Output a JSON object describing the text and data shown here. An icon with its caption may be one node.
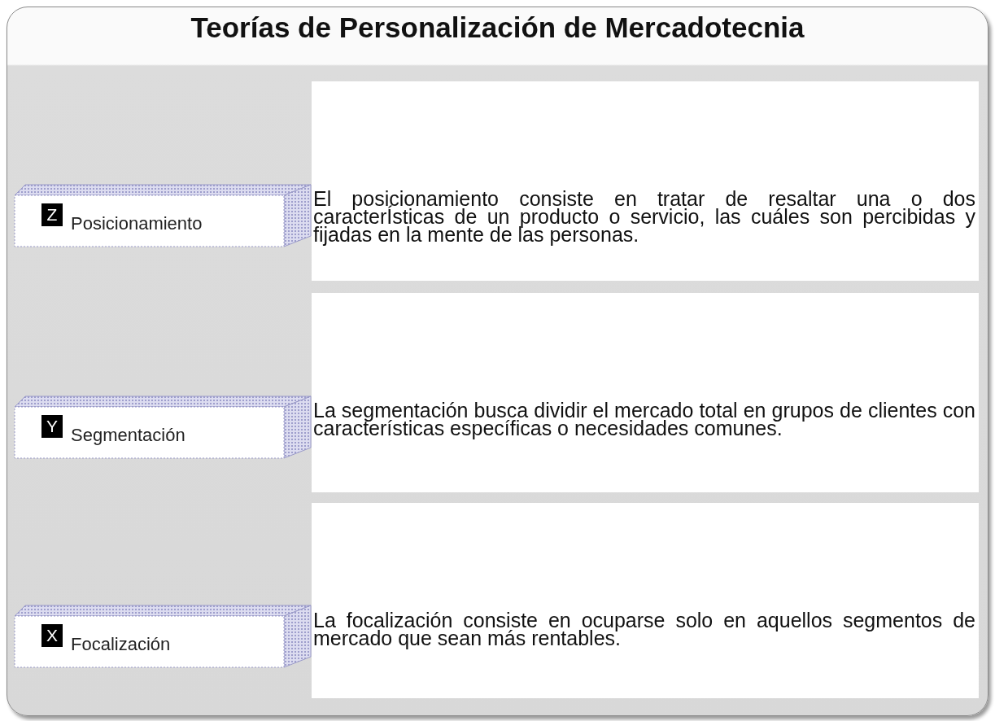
{
  "diagram": {
    "title": "Teorías de Personalización de Mercadotecnia",
    "nodes": [
      {
        "text": [
          "Posicionamiento"
        ]
      },
      {
        "text": [
          "Z"
        ],
        "in": 0
      },
      {
        "text": [
          "El posicionamiento consiste en tratar de resaltar una o dos caracterÍsticas de un producto o servicio, las cuáles son percibidas y fijadas en la mente de las personas."
        ]
      },
      {
        "text": [
          "Segmentación"
        ]
      },
      {
        "text": [
          "Y"
        ],
        "in": 3
      },
      {
        "text": [
          "La segmentación busca dividir el mercado total en grupos de clientes con características específicas o necesidades comunes."
        ]
      },
      {
        "text": [
          "Focalización"
        ]
      },
      {
        "text": [
          "X"
        ],
        "in": 6
      },
      {
        "text": [
          "La focalización consiste en ocuparse solo en aquellos segmentos de mercado que sean más rentables."
        ]
      }
    ]
  }
}
